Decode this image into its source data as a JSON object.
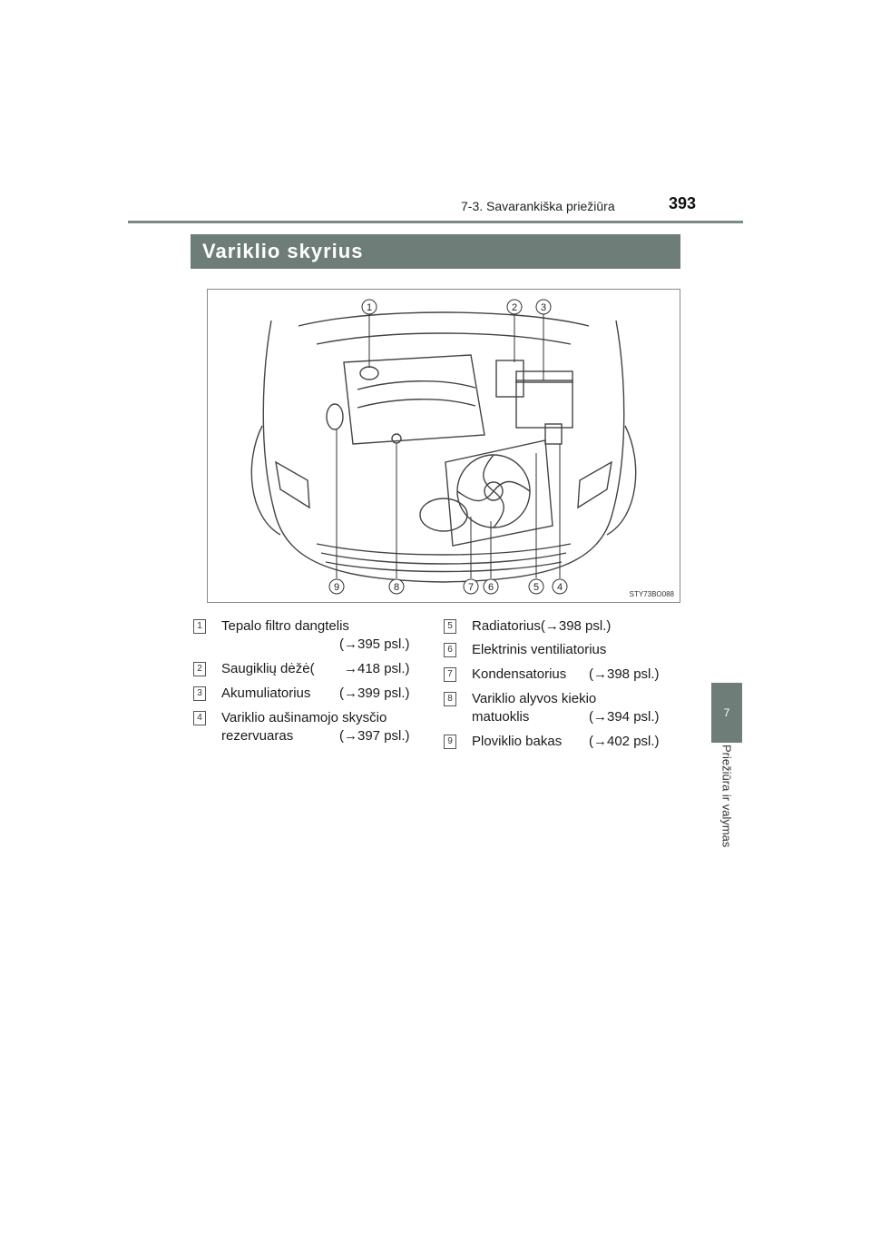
{
  "header": {
    "section": "7-3. Savarankiška priežiūra",
    "page_number": "393"
  },
  "title": "Variklio skyrius",
  "side_tab": {
    "chapter": "7",
    "label": "Priežiūra ir valymas"
  },
  "figure": {
    "code": "STY73BO088",
    "callouts": [
      "1",
      "2",
      "3",
      "4",
      "5",
      "6",
      "7",
      "8",
      "9"
    ]
  },
  "items": [
    {
      "num": "1",
      "label": "Tepalo filtro dangtelis",
      "ref": "(→395 psl.)"
    },
    {
      "num": "2",
      "label": "Saugiklių dėžė(",
      "ref": "→418 psl.)"
    },
    {
      "num": "3",
      "label": "Akumuliatorius",
      "ref": "(→399 psl.)"
    },
    {
      "num": "4",
      "label": "Variklio aušinamojo skysčio",
      "label2": "rezervuaras",
      "ref": "(→397 psl.)"
    },
    {
      "num": "5",
      "label": "Radiatorius(→398 psl.)",
      "ref": ""
    },
    {
      "num": "6",
      "label": "Elektrinis ventiliatorius",
      "ref": ""
    },
    {
      "num": "7",
      "label": "Kondensatorius",
      "ref": "(→398 psl.)"
    },
    {
      "num": "8",
      "label": "Variklio alyvos kiekio",
      "label2": "matuoklis",
      "ref": "(→394 psl.)"
    },
    {
      "num": "9",
      "label": "Ploviklio bakas",
      "ref": "(→402 psl.)"
    }
  ]
}
